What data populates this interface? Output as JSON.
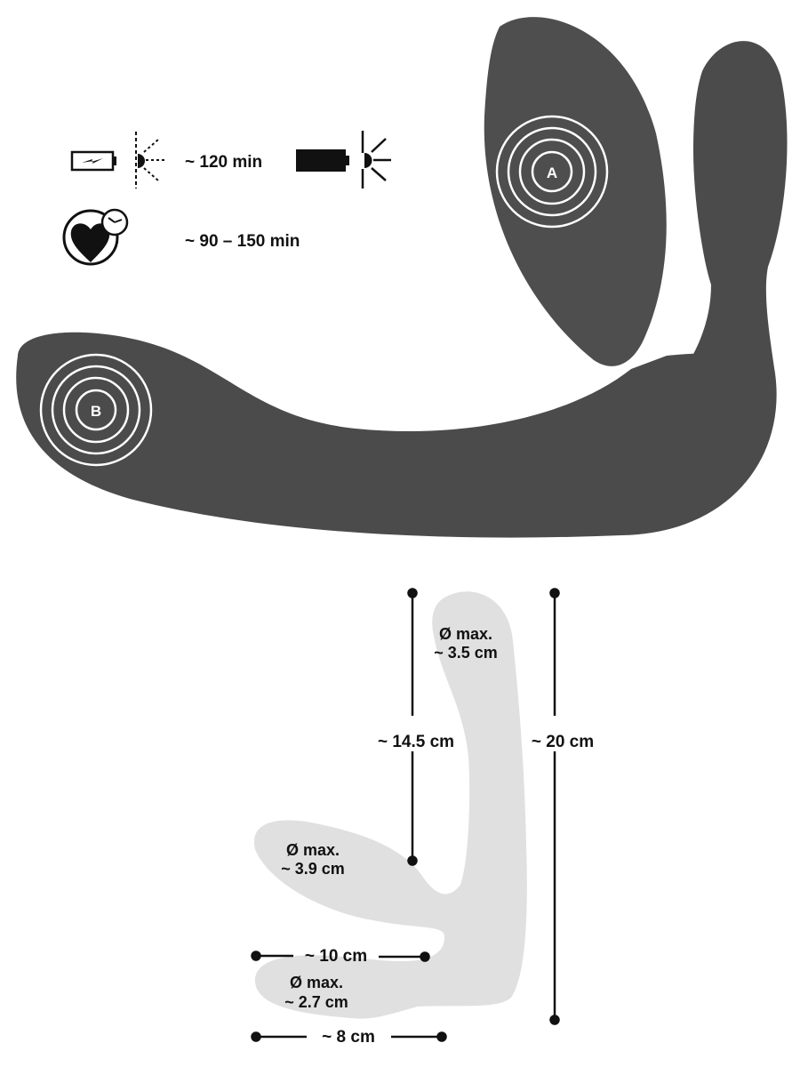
{
  "specs": {
    "runtime_label": "~ 120 min",
    "charge_time_label": "~ 90 – 150 min"
  },
  "product": {
    "zone_a": "A",
    "zone_b": "B"
  },
  "dimensions": {
    "tip_diameter_line1": "Ø max.",
    "tip_diameter_line2": "~ 3.5 cm",
    "insertable_length": "~ 14.5 cm",
    "total_length": "~ 20 cm",
    "mid_diameter_line1": "Ø max.",
    "mid_diameter_line2": "~ 3.9 cm",
    "mid_length": "~ 10 cm",
    "small_diameter_line1": "Ø max.",
    "small_diameter_line2": "~ 2.7 cm",
    "small_length": "~ 8 cm"
  },
  "colors": {
    "product": "#4b4b4b",
    "silhouette": "#e0e0e0",
    "ink": "#111111"
  }
}
